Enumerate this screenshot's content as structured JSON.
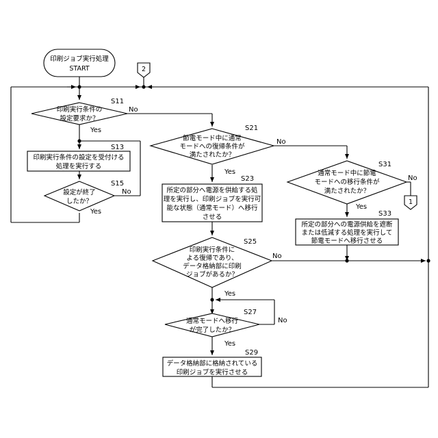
{
  "start": {
    "lines": [
      "印刷ジョブ実行処理",
      "START"
    ]
  },
  "connectors": {
    "two": "2",
    "one": "1"
  },
  "steps": {
    "s11": {
      "label": "S11",
      "lines": [
        "印刷実行条件の",
        "設定要求か？"
      ]
    },
    "s13": {
      "label": "S13",
      "lines": [
        "印刷実行条件の設定を受付ける",
        "処理を実行する"
      ]
    },
    "s15": {
      "label": "S15",
      "lines": [
        "設定が終了",
        "したか？"
      ]
    },
    "s21": {
      "label": "S21",
      "lines": [
        "節電モード中に通常",
        "モードへの復帰条件が",
        "満たされたか？"
      ]
    },
    "s23": {
      "label": "S23",
      "lines": [
        "所定の部分へ電源を供給する処",
        "理を実行し、印刷ジョブを実行可",
        "能な状態（通常モード）へ移行",
        "させる"
      ]
    },
    "s25": {
      "label": "S25",
      "lines": [
        "印刷実行条件に",
        "よる復帰であり、",
        "データ格納部に印刷",
        "ジョブがあるか？"
      ]
    },
    "s27": {
      "label": "S27",
      "lines": [
        "通常モードへ移行",
        "が完了したか？"
      ]
    },
    "s29": {
      "label": "S29",
      "lines": [
        "データ格納部に格納されている",
        "印刷ジョブを実行させる"
      ]
    },
    "s31": {
      "label": "S31",
      "lines": [
        "通常モード中に節電",
        "モードへの移行条件が",
        "満たされたか？"
      ]
    },
    "s33": {
      "label": "S33",
      "lines": [
        "所定の部分への電源供給を遮断",
        "または低減する処理を実行して",
        "節電モードへ移行させる"
      ]
    }
  },
  "branch_labels": {
    "s11_no": "No",
    "s11_yes": "Yes",
    "s15_no": "No",
    "s15_yes": "Yes",
    "s21_no": "No",
    "s21_yes": "Yes",
    "s25_no": "No",
    "s25_yes": "Yes",
    "s27_no": "No",
    "s27_yes": "Yes",
    "s31_no": "No",
    "s31_yes": "Yes"
  }
}
